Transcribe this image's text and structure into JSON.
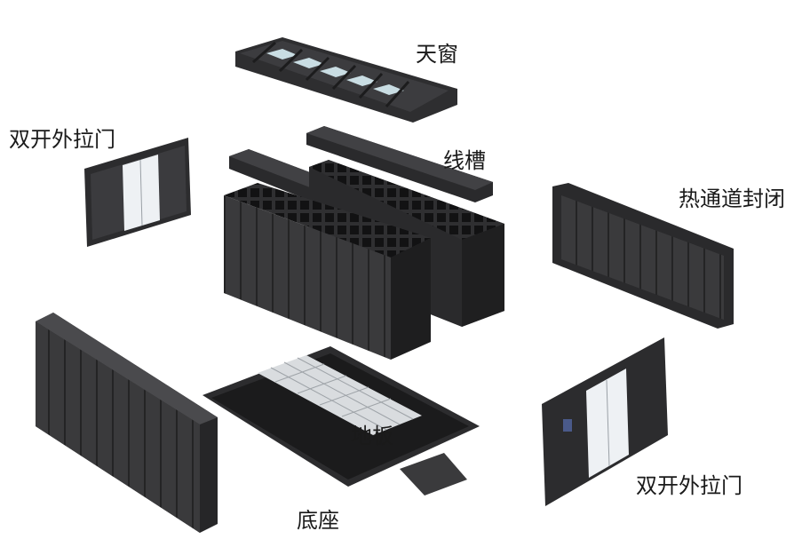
{
  "labels": {
    "skylight": "天窗",
    "door_left": "双开外拉门",
    "cable_tray": "线槽",
    "hot_aisle_containment": "热通道封闭",
    "floor": "地板",
    "base": "底座",
    "door_right": "双开外拉门"
  },
  "colors": {
    "panel_dark": "#2d2d2f",
    "panel_mid": "#3a3a3c",
    "panel_light": "#4a4a4d",
    "floor_tile": "#d9dcdf",
    "glass": "#c9dde3",
    "door_white": "#f2f4f6",
    "label_text": "#1a1a1a"
  }
}
